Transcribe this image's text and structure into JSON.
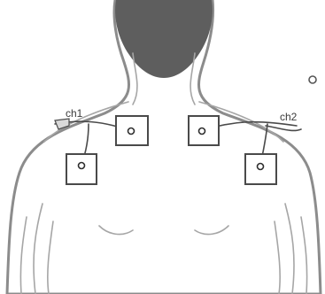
{
  "diagram": {
    "channel_labels": {
      "left": "ch1",
      "right": "ch2"
    },
    "electrodes": [
      {
        "id": "ch1-neck",
        "channel": "ch1"
      },
      {
        "id": "ch1-shoulder",
        "channel": "ch1"
      },
      {
        "id": "ch2-neck",
        "channel": "ch2"
      },
      {
        "id": "ch2-shoulder",
        "channel": "ch2"
      }
    ],
    "colors": {
      "outline": "#8c8c8c",
      "head": "#5e5e5e",
      "electrode_border": "#4a4a4a",
      "lead_wire": "#4a4a4a"
    }
  }
}
